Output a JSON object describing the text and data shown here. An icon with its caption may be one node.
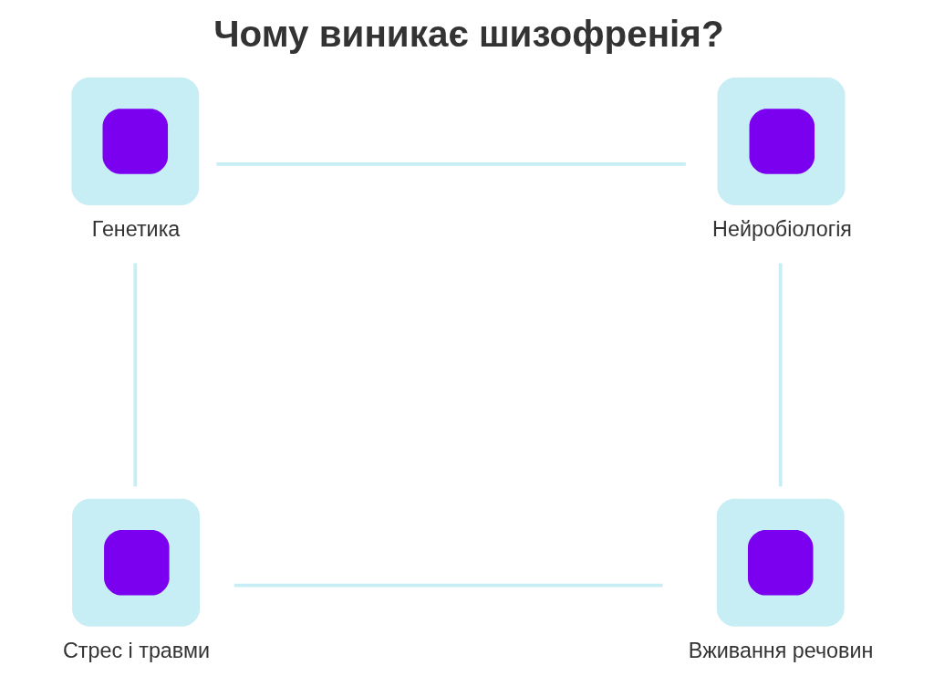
{
  "diagram": {
    "title": "Чому виникає шизофренія?",
    "nodes": [
      {
        "text": [
          "Генетика"
        ]
      },
      {
        "text": [
          "Нейробіологія"
        ]
      },
      {
        "text": [
          "Стрес і травми"
        ]
      },
      {
        "text": [
          "Вживання речовин"
        ]
      }
    ],
    "edges": [
      {
        "from": 0,
        "to": 1,
        "arrow": "none"
      },
      {
        "from": 0,
        "to": 2,
        "arrow": "none"
      },
      {
        "from": 2,
        "to": 3,
        "arrow": "none"
      },
      {
        "from": 1,
        "to": 3,
        "arrow": "none"
      }
    ]
  }
}
